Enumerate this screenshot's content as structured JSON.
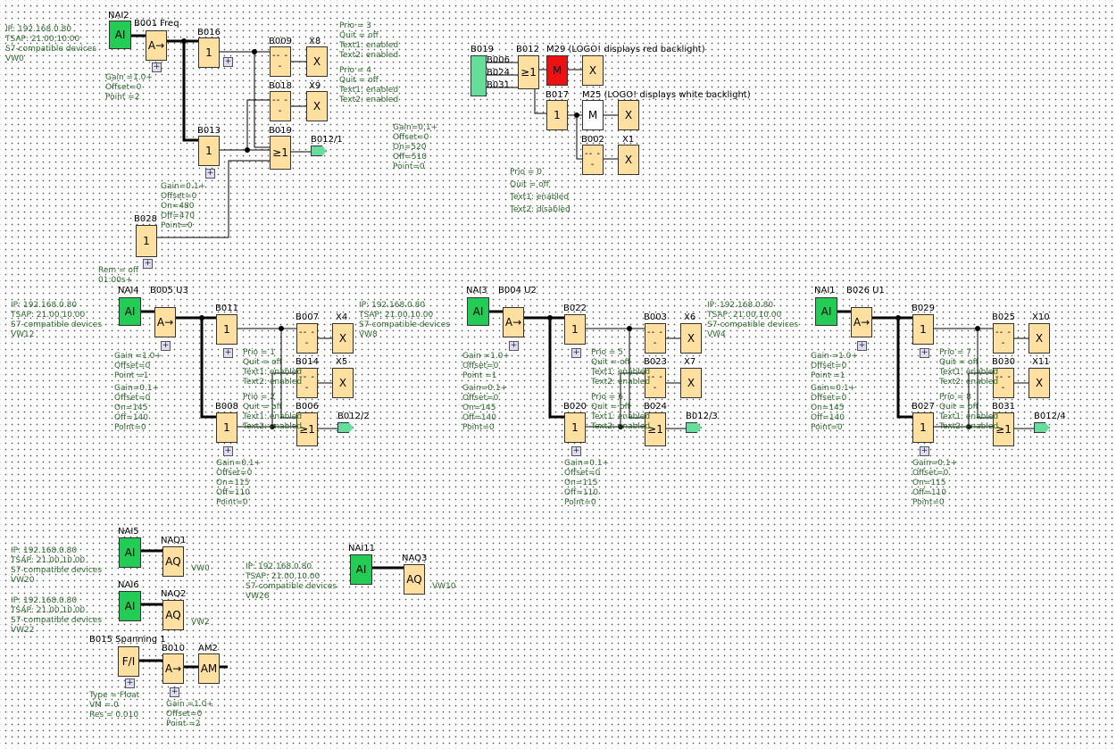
{
  "colors": {
    "block": "#ffe0a0",
    "analog_input": "#22cc55",
    "marker_red": "#ee1111",
    "params": "#2a6a2a",
    "connector": "#66dd99"
  },
  "connections": [
    {
      "ip": "IP: 192.168.0.80",
      "tsap": "TSAP: 21.00,10.00",
      "type": "S7-compatible devices",
      "addr": "VW0"
    },
    {
      "ip": "IP: 192.168.0.80",
      "tsap": "TSAP: 21.00,10.00",
      "type": "S7-compatible devices",
      "addr": "VW12"
    },
    {
      "ip": "IP: 192.168.0.80",
      "tsap": "TSAP: 21.00,10.00",
      "type": "S7-compatible devices",
      "addr": "VW8"
    },
    {
      "ip": "IP: 192.168.0.80",
      "tsap": "TSAP: 21.00,10.00",
      "type": "S7-compatible devices",
      "addr": "VW4"
    },
    {
      "ip": "IP: 192.168.0.80",
      "tsap": "TSAP: 21.00,10.00",
      "type": "S7-compatible devices",
      "addr": "VW20"
    },
    {
      "ip": "IP: 192.168.0.80",
      "tsap": "TSAP: 21.00,10.00",
      "type": "S7-compatible devices",
      "addr": "VW22"
    },
    {
      "ip": "IP: 192.168.0.80",
      "tsap": "TSAP: 21.00,10.00",
      "type": "S7-compatible devices",
      "addr": "VW26"
    }
  ],
  "blocks": {
    "nai2": "NAI2",
    "b001": "B001 Freq",
    "b016": "B016",
    "b009": "B009",
    "x8": "X8",
    "b018": "B018",
    "x9": "X9",
    "b013": "B013",
    "b019": "B019",
    "b028": "B028",
    "b019ref": "B019",
    "b012": "B012",
    "m29": "M29 (LOGO! displays red backlight)",
    "b017": "B017",
    "m25": "M25 (LOGO! displays white backlight)",
    "b002": "B002",
    "x1": "X1",
    "nai4": "NAI4",
    "b005": "B005 U3",
    "b011": "B011",
    "b007": "B007",
    "x4": "X4",
    "b014": "B014",
    "x5": "X5",
    "b008": "B008",
    "b006": "B006",
    "nai3": "NAI3",
    "b004": "B004 U2",
    "b022": "B022",
    "b003": "B003",
    "x6": "X6",
    "b023": "B023",
    "x7": "X7",
    "b020": "B020",
    "b024": "B024",
    "nai1": "NAI1",
    "b026": "B026 U1",
    "b029": "B029",
    "b025": "B025",
    "x10": "X10",
    "b030": "B030",
    "x11": "X11",
    "b027": "B027",
    "b031": "B031",
    "nai5": "NAI5",
    "naq1": "NAQ1",
    "nai6": "NAI6",
    "naq2": "NAQ2",
    "nai11": "NAI11",
    "naq3": "NAQ3",
    "b015": "B015 Spanning 1",
    "b010": "B010",
    "am2": "AM2"
  },
  "symbols": {
    "ai": "AI",
    "aq": "AQ",
    "x": "X",
    "m": "M",
    "ge1": "≥1",
    "one": "1",
    "fi": "F/I",
    "am": "AM",
    "amp": "A→",
    "msg": "-- --"
  },
  "connectors": {
    "c1": "B012/1",
    "c2": "B012/2",
    "c3": "B012/3",
    "c4": "B012/4",
    "in1": "B006",
    "in2": "B024",
    "in3": "B031"
  },
  "outputs": {
    "naq1": "VW0",
    "naq2": "VW2",
    "naq3": "VW10"
  },
  "params": {
    "amp_top": [
      "Gain =1.0+",
      "Offset=0",
      "Point =2"
    ],
    "amp_mid": [
      "Gain =1.0+",
      "Offset=0",
      "Point =1"
    ],
    "thr_top1": [
      "Gain=0.1+",
      "Offset=0",
      "On=480",
      "Off=470",
      "Point=0"
    ],
    "msg_top_a": [
      "Prio = 3",
      "Quit = off",
      "Text1: enabled",
      "Text2: enabled"
    ],
    "msg_top_b": [
      "Prio = 4",
      "Quit = off",
      "Text1: enabled",
      "Text2: enabled"
    ],
    "thr_top0": [
      "Gain=0.1+",
      "Offset=0",
      "On=520",
      "Off=510",
      "Point=0"
    ],
    "pulse": [
      "Rem = off",
      "01:00s+"
    ],
    "msg_m": [
      "Prio = 0",
      "Quit = off",
      "Text1: enabled",
      "Text2: disabled"
    ],
    "thr_mid_a": [
      "Gain=0.1+",
      "Offset=0",
      "On=145",
      "Off=140",
      "Point=0"
    ],
    "thr_mid_b": [
      "Gain=0.1+",
      "Offset=0",
      "On=115",
      "Off=110",
      "Point=0"
    ],
    "msg1": [
      "Prio = 1",
      "Quit = off",
      "Text1: enabled",
      "Text2: enabled"
    ],
    "msg2": [
      "Prio = 2",
      "Quit = off",
      "Text1: enabled",
      "Text2: enabled"
    ],
    "msg5": [
      "Prio = 5",
      "Quit = off",
      "Text1: enabled",
      "Text2: enabled"
    ],
    "msg6": [
      "Prio = 6",
      "Quit = off",
      "Text1: enabled",
      "Text2: enabled"
    ],
    "msg7": [
      "Prio = 7",
      "Quit = off",
      "Text1: enabled",
      "Text2: enabled"
    ],
    "msg8": [
      "Prio = 8",
      "Quit = off",
      "Text1: enabled",
      "Text2: enabled"
    ],
    "fi": [
      "Type = Float",
      "VM = 0",
      "Res = 0.010"
    ],
    "amp_bot": [
      "Gain =1.0+",
      "Offset=0",
      "Point =2"
    ]
  }
}
